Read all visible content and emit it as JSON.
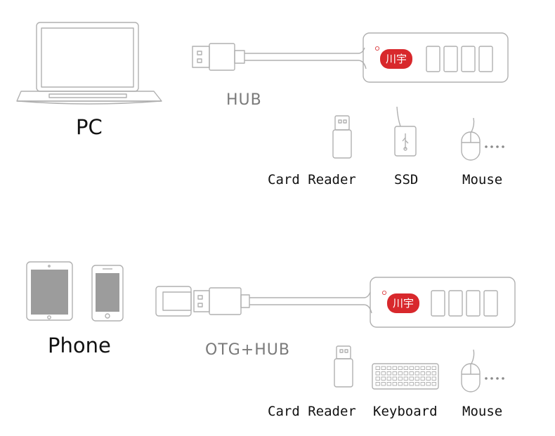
{
  "sections": [
    {
      "host_label": "PC",
      "connection_label": "HUB",
      "devices": [
        {
          "label": "Card Reader",
          "icon": "usb-stick-icon"
        },
        {
          "label": "SSD",
          "icon": "ssd-icon"
        },
        {
          "label": "Mouse",
          "icon": "mouse-icon"
        }
      ]
    },
    {
      "host_label": "Phone",
      "connection_label": "OTG+HUB",
      "devices": [
        {
          "label": "Card Reader",
          "icon": "usb-stick-icon"
        },
        {
          "label": "Keyboard",
          "icon": "keyboard-icon"
        },
        {
          "label": "Mouse",
          "icon": "mouse-icon"
        }
      ]
    }
  ],
  "hub_logo_text": "川宇",
  "colors": {
    "line": "#b0b0b0",
    "logo_red": "#d8282c",
    "screen": "#9c9c9c",
    "label": "#111111",
    "connection_label": "#7a7a7a"
  }
}
